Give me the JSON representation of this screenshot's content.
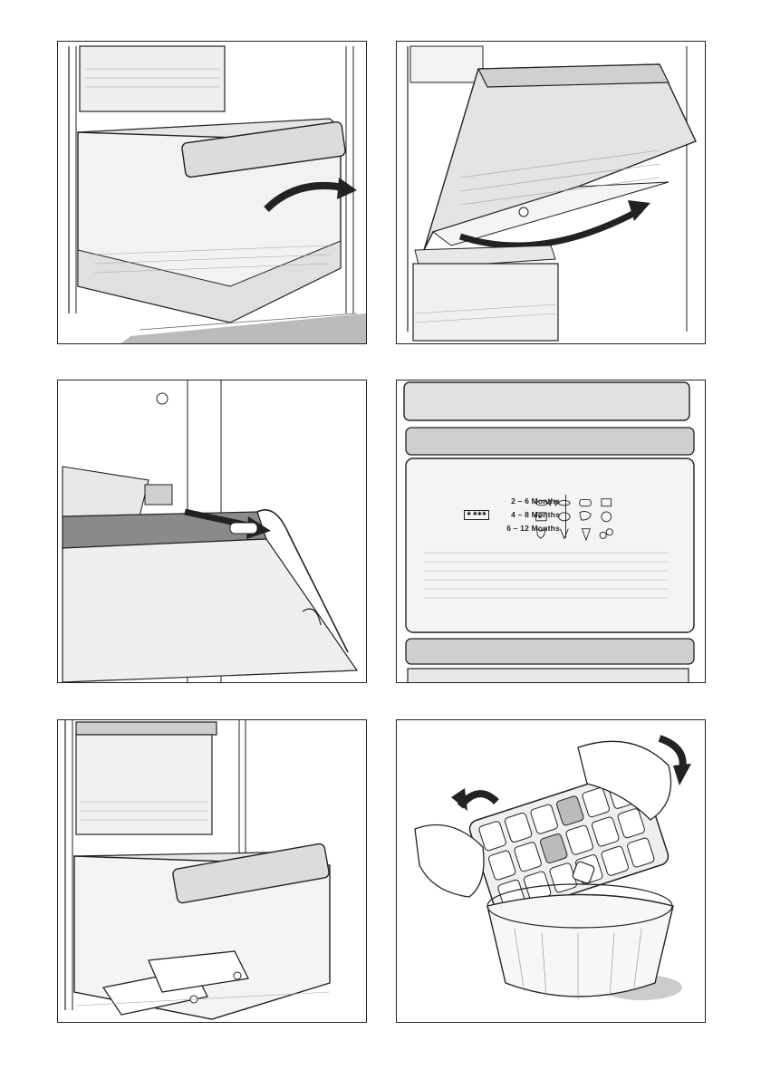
{
  "freezing_table": {
    "rows": [
      {
        "duration": "2 – 6  Months"
      },
      {
        "duration": "4 – 8  Months"
      },
      {
        "duration": "6 – 12 Months"
      }
    ],
    "star_rating_icon": "four-star-freezer-icon",
    "food_icons": [
      "fish-icon",
      "fish-icon",
      "bread-icon",
      "butter-icon",
      "cheese-icon",
      "poultry-icon",
      "meat-icon",
      "game-icon",
      "beef-icon",
      "vegetable-icon",
      "carrot-icon",
      "fruit-icon"
    ]
  },
  "colors": {
    "line": "#222222",
    "fill_light": "#eeeeee",
    "fill_mid": "#cccccc",
    "fill_dark": "#8a8a8a"
  }
}
